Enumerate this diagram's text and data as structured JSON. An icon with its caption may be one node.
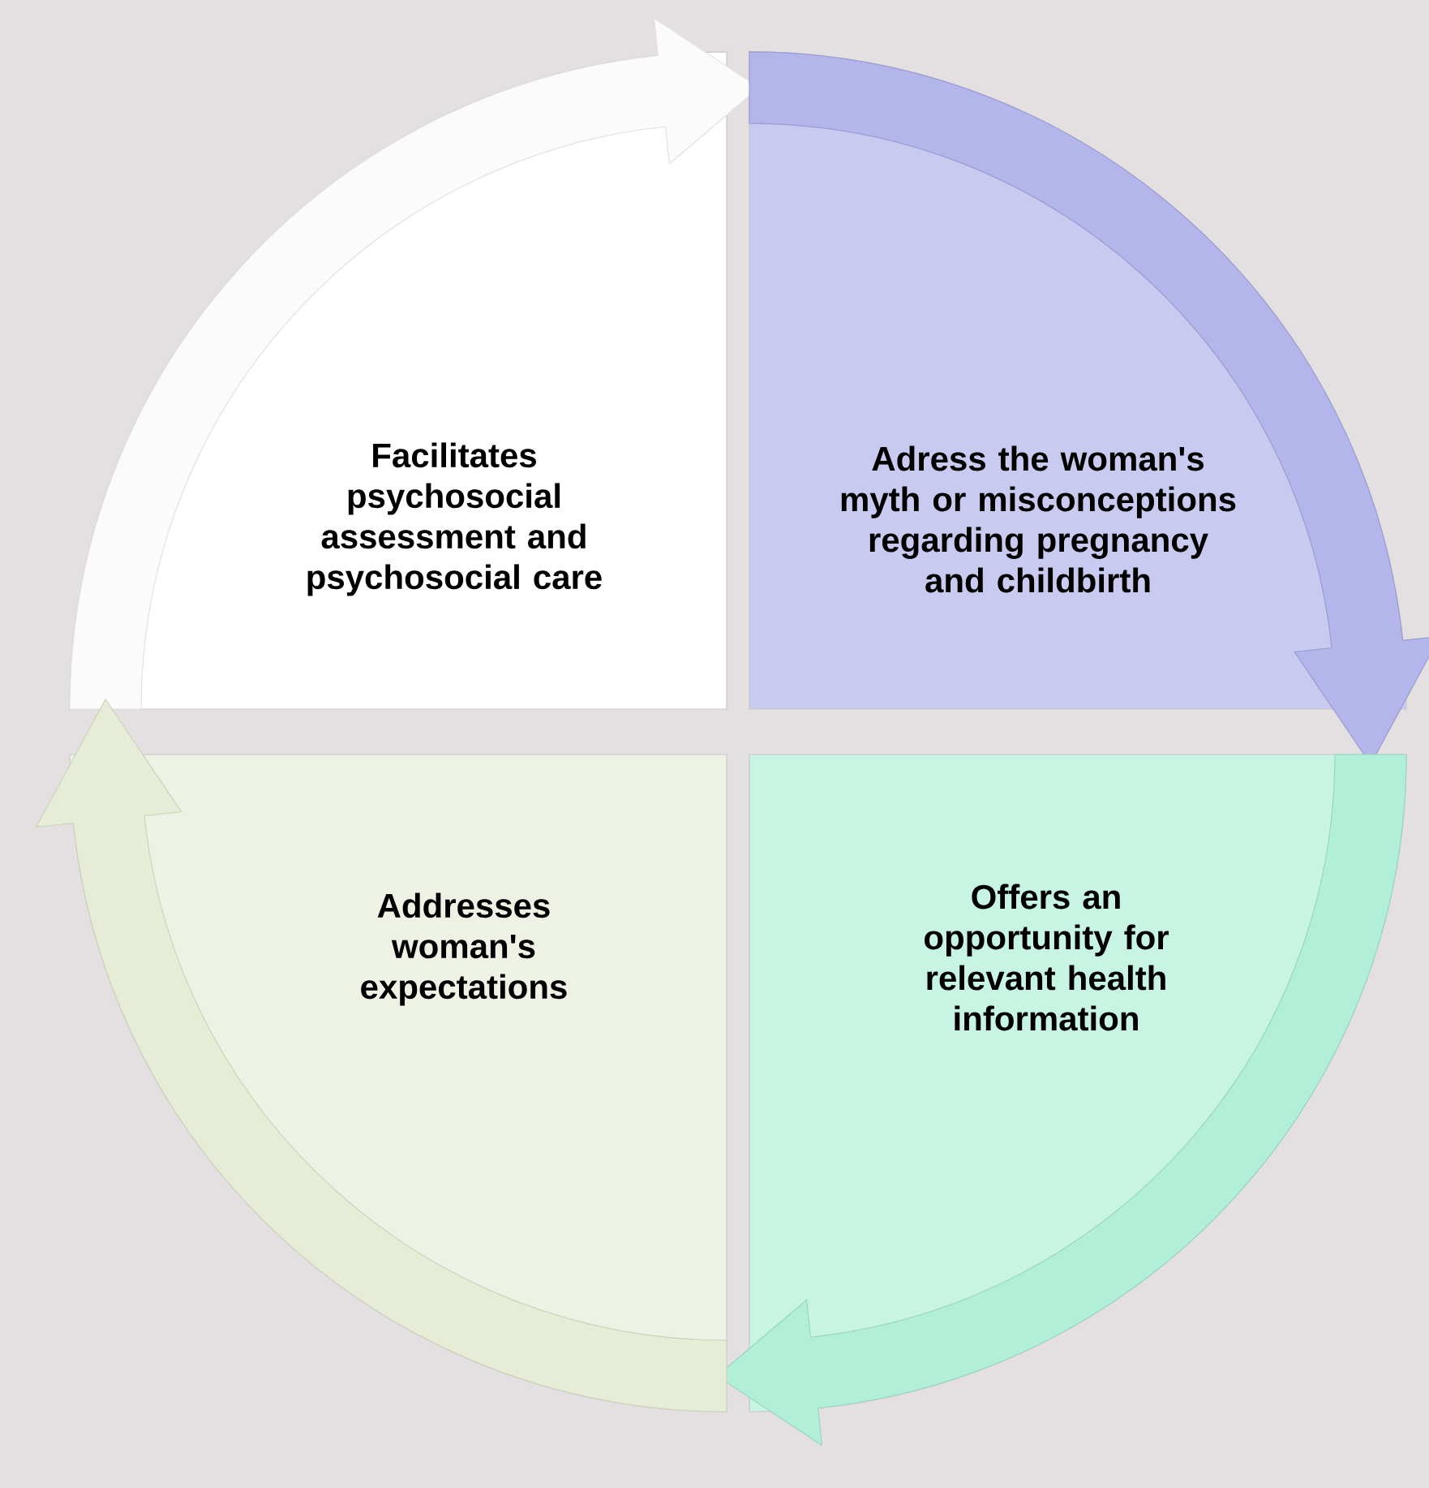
{
  "diagram": {
    "nodes": [
      {
        "text": [
          "Facilitates psychosocial assessment and psychosocial care"
        ]
      },
      {
        "text": [
          "Adress the woman's myth or misconceptions regarding pregnancy and childbirth"
        ]
      },
      {
        "text": [
          "Addresses woman's expectations"
        ]
      },
      {
        "text": [
          "Offers an opportunity for relevant health information"
        ]
      }
    ],
    "edges": [
      {
        "from": 0,
        "to": 1,
        "arrow": "to",
        "color": "#fbfbfb"
      },
      {
        "from": 1,
        "to": 3,
        "arrow": "to",
        "color": "#b4b5ea"
      },
      {
        "from": 3,
        "to": 2,
        "arrow": "to",
        "color": "#b2efd8"
      },
      {
        "from": 2,
        "to": 0,
        "arrow": "to",
        "color": "#e6ecd6"
      }
    ]
  }
}
